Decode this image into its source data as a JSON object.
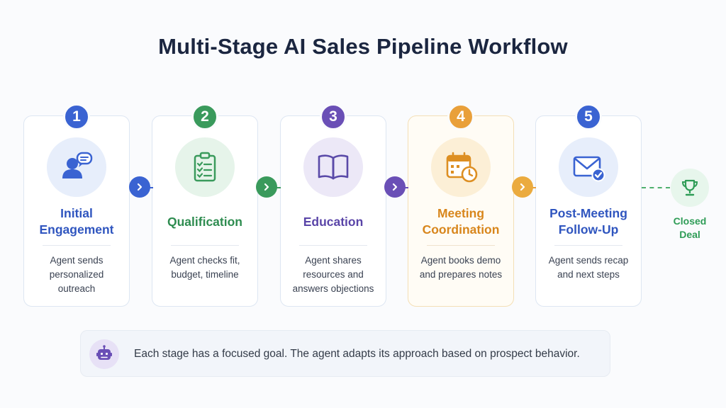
{
  "title": "Multi-Stage AI Sales Pipeline Workflow",
  "stages": [
    {
      "number": "1",
      "title": "Initial Engagement",
      "description": "Agent sends personalized outreach",
      "icon": "user-chat-icon",
      "color": "#3a63d2",
      "light": "#e7eefb"
    },
    {
      "number": "2",
      "title": "Qualification",
      "description": "Agent checks fit, budget, timeline",
      "icon": "clipboard-checklist-icon",
      "color": "#3a9a5c",
      "light": "#e6f4ea"
    },
    {
      "number": "3",
      "title": "Education",
      "description": "Agent shares resources and answers objections",
      "icon": "open-book-icon",
      "color": "#6a4fb6",
      "light": "#ece8f7"
    },
    {
      "number": "4",
      "title": "Meeting Coordination",
      "description": "Agent books demo and prepares notes",
      "icon": "calendar-clock-icon",
      "color": "#e29a2b",
      "light": "#fcefd6"
    },
    {
      "number": "5",
      "title": "Post-Meeting Follow-Up",
      "description": "Agent sends recap and next steps",
      "icon": "envelope-check-icon",
      "color": "#3a63d2",
      "light": "#e7eefb"
    }
  ],
  "final": {
    "label": "Closed Deal",
    "icon": "trophy-icon",
    "color": "#2e9c56"
  },
  "footer": {
    "text": "Each stage has a focused goal. The agent adapts its approach based on prospect behavior.",
    "icon": "robot-icon"
  }
}
